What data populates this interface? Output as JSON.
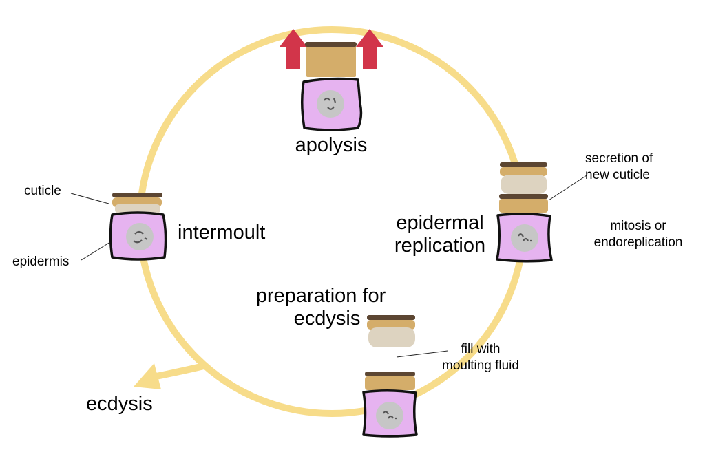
{
  "stages": {
    "apolysis": "apolysis",
    "intermoult": "intermoult",
    "epidermal_replication": [
      "epidermal",
      "replication"
    ],
    "preparation_for_ecdysis": [
      "preparation for",
      "ecdysis"
    ],
    "ecdysis": "ecdysis"
  },
  "annotations": {
    "cuticle": "cuticle",
    "epidermis": "epidermis",
    "secretion": [
      "secretion of",
      "new cuticle"
    ],
    "mitosis": [
      "mitosis or",
      "endoreplication"
    ],
    "fill": [
      "fill with",
      "moulting fluid"
    ]
  },
  "colors": {
    "cycle": "#f7dc8a",
    "cell": "#e6b3f0",
    "nucleus": "#c6c6c6",
    "cuticle_tan": "#d4ad6a",
    "cuticle_dark": "#5c4632",
    "old_cuticle_beige": "#ddd3c0",
    "arrow_red": "#d2354a"
  }
}
